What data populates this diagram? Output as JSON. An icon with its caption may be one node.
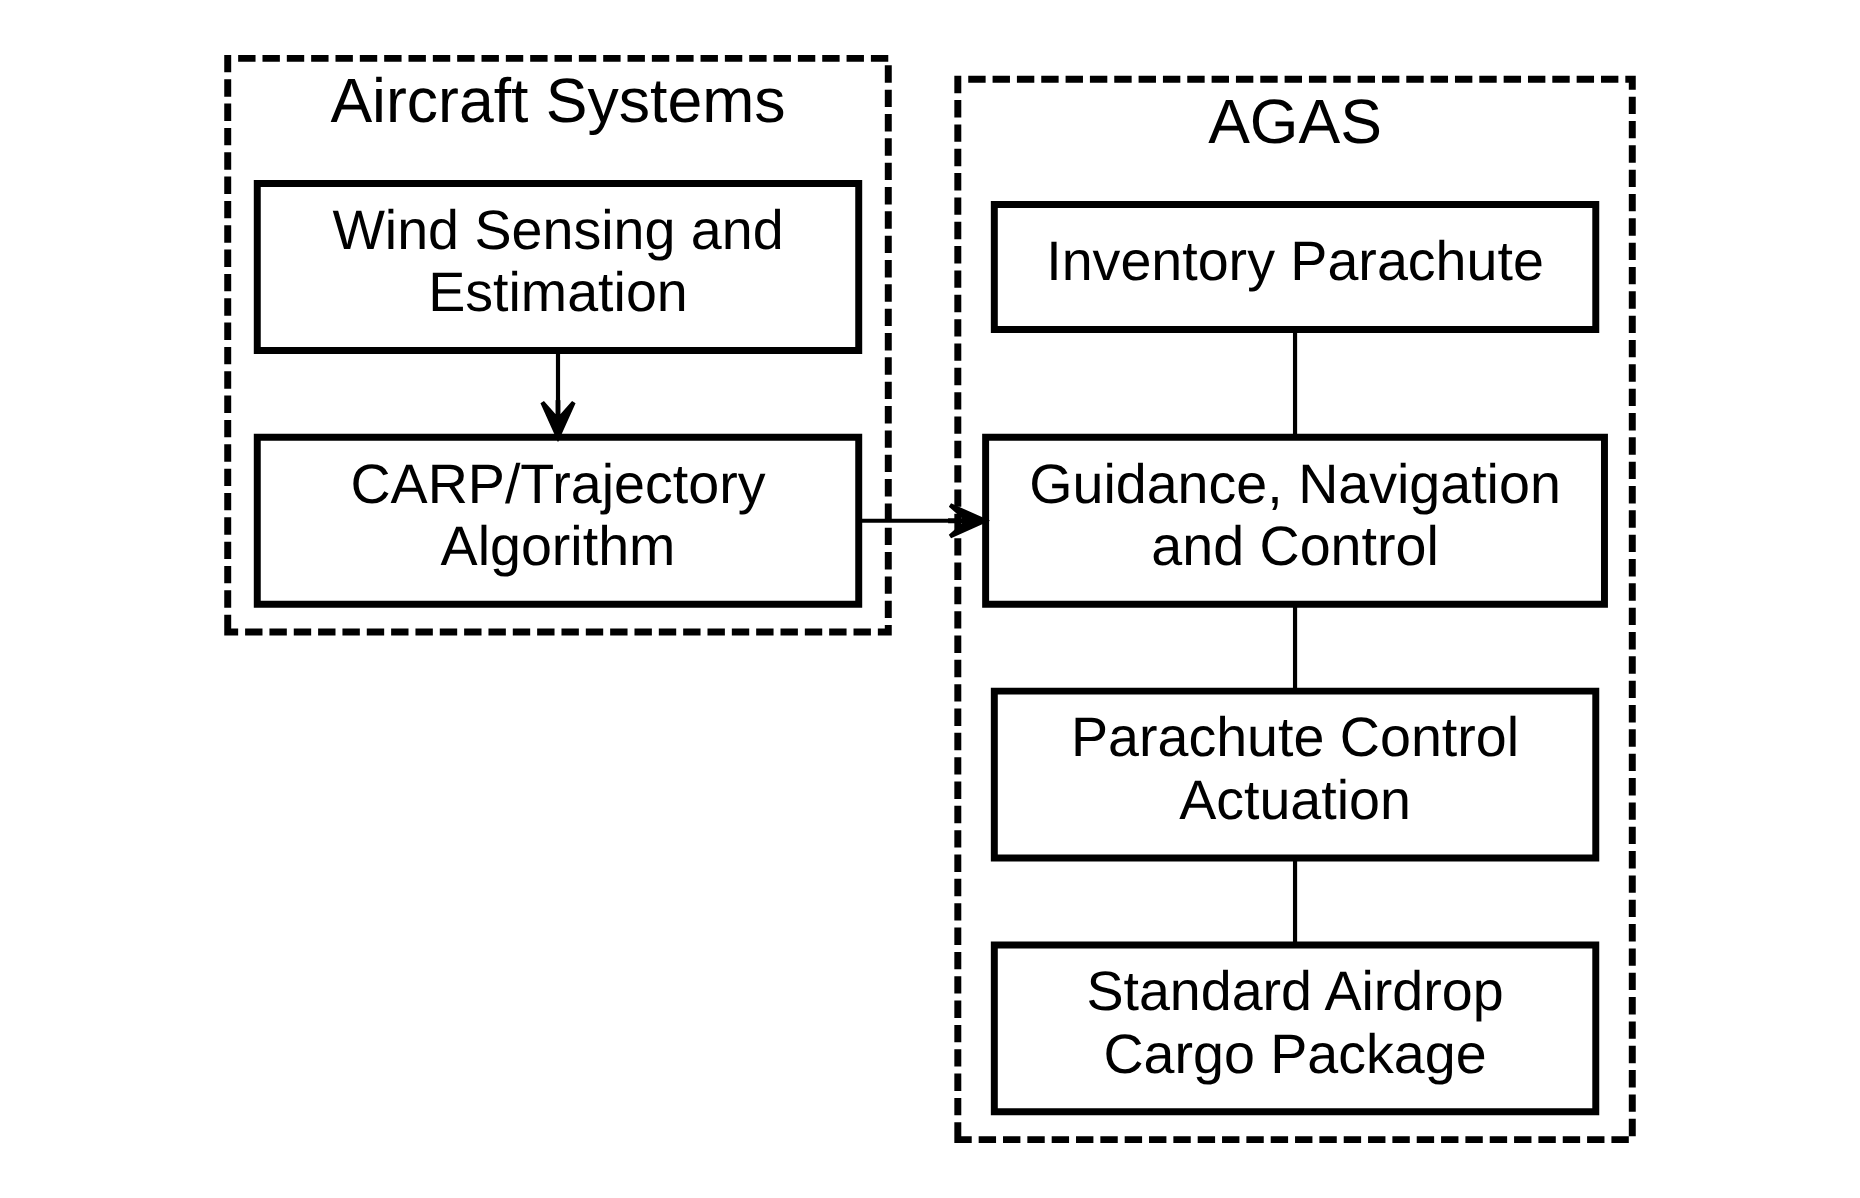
{
  "diagram": {
    "nodes": [
      {
        "text": [
          "Aircraft Systems"
        ]
      },
      {
        "text": [
          "Wind Sensing and Estimation"
        ],
        "in": 0
      },
      {
        "text": [
          "CARP/Trajectory Algorithm"
        ],
        "in": 0
      },
      {
        "text": [
          "AGAS"
        ]
      },
      {
        "text": [
          "Inventory Parachute"
        ],
        "in": 3
      },
      {
        "text": [
          "Guidance, Navigation and Control"
        ],
        "in": 3
      },
      {
        "text": [
          "Parachute Control Actuation"
        ],
        "in": 3
      },
      {
        "text": [
          "Standard Airdrop Cargo Package"
        ],
        "in": 3
      }
    ],
    "edges": [
      {
        "from": 1,
        "to": 2,
        "arrow": "to"
      },
      {
        "from": 2,
        "to": 5,
        "arrow": "to"
      },
      {
        "from": 4,
        "to": 5,
        "arrow": "none"
      },
      {
        "from": 5,
        "to": 6,
        "arrow": "none"
      },
      {
        "from": 6,
        "to": 7,
        "arrow": "none"
      }
    ]
  }
}
